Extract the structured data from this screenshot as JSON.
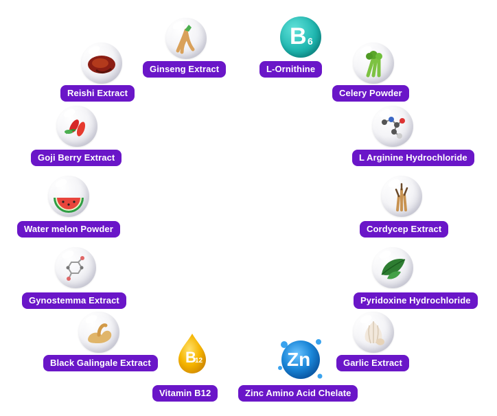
{
  "ingredients": {
    "ginseng": "Ginseng Extract",
    "l_ornithine": "L-Ornithine",
    "reishi": "Reishi Extract",
    "celery": "Celery Powder",
    "goji": "Goji Berry Extract",
    "l_arginine": "L Arginine Hydrochloride",
    "watermelon": "Water melon Powder",
    "cordycep": "Cordycep Extract",
    "gynostemma": "Gynostemma Extract",
    "pyridoxine": "Pyridoxine Hydrochloride",
    "galingale": "Black Galingale Extract",
    "garlic": "Garlic Extract",
    "vitamin_b12": "Vitamin B12",
    "zinc": "Zinc Amino Acid Chelate"
  },
  "icons": {
    "b6_letter": "B",
    "b6_sub": "6",
    "b12_letter": "B",
    "b12_sub": "12",
    "zn_text": "Zn"
  },
  "colors": {
    "pill": "#6a16c8",
    "b6": "#1fb7b0",
    "b12": "#f5b400",
    "zinc": "#1a86d8"
  }
}
